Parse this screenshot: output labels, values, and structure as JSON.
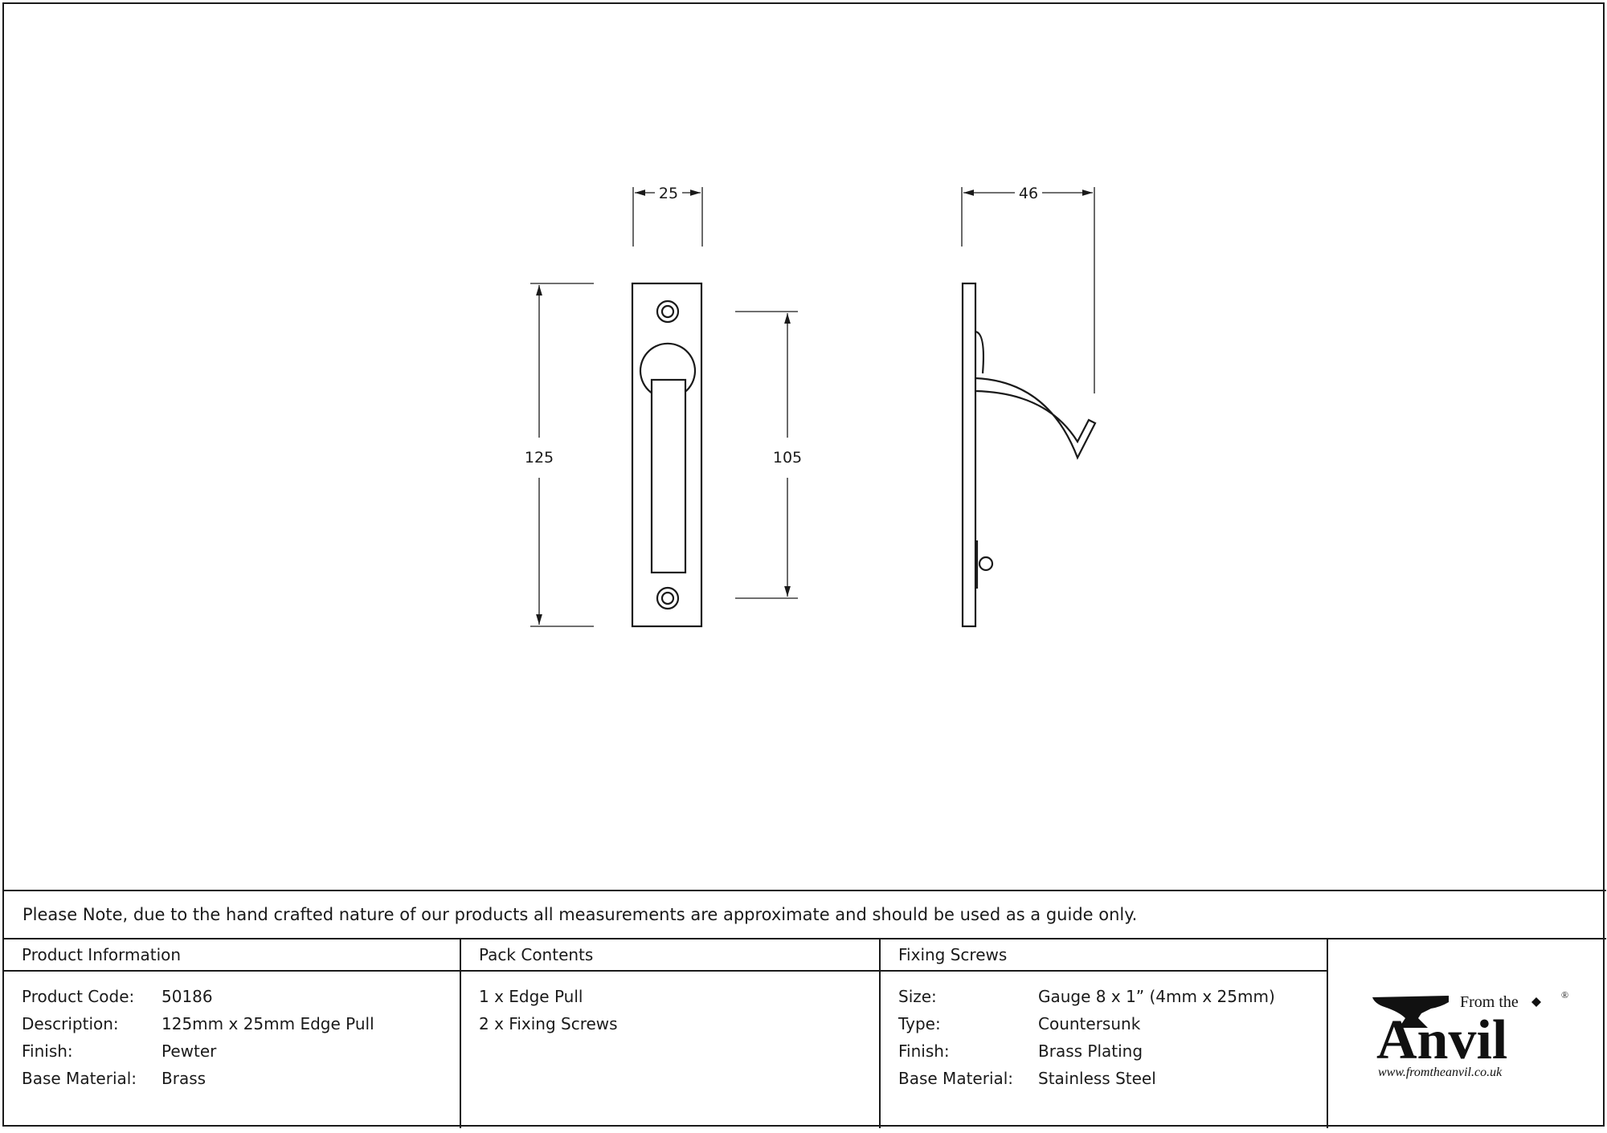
{
  "dimensions": {
    "width_front": "25",
    "height_total": "125",
    "screw_centres": "105",
    "projection": "46"
  },
  "note": "Please Note, due to the hand crafted nature of our products all measurements are approximate and should be used as a guide only.",
  "product_information": {
    "heading": "Product Information",
    "rows": [
      {
        "label": "Product Code:",
        "value": "50186"
      },
      {
        "label": "Description:",
        "value": "125mm x 25mm Edge Pull"
      },
      {
        "label": "Finish:",
        "value": "Pewter"
      },
      {
        "label": "Base Material:",
        "value": "Brass"
      }
    ]
  },
  "pack_contents": {
    "heading": "Pack Contents",
    "items": [
      "1 x Edge Pull",
      "2 x Fixing Screws"
    ]
  },
  "fixing_screws": {
    "heading": "Fixing Screws",
    "rows": [
      {
        "label": "Size:",
        "value": "Gauge 8 x 1” (4mm x 25mm)"
      },
      {
        "label": "Type:",
        "value": "Countersunk"
      },
      {
        "label": "Finish:",
        "value": "Brass Plating"
      },
      {
        "label": "Base Material:",
        "value": "Stainless Steel"
      }
    ]
  },
  "logo": {
    "from_the": "From the",
    "brand": "Anvil",
    "registered": "®",
    "url": "www.fromtheanvil.co.uk"
  }
}
